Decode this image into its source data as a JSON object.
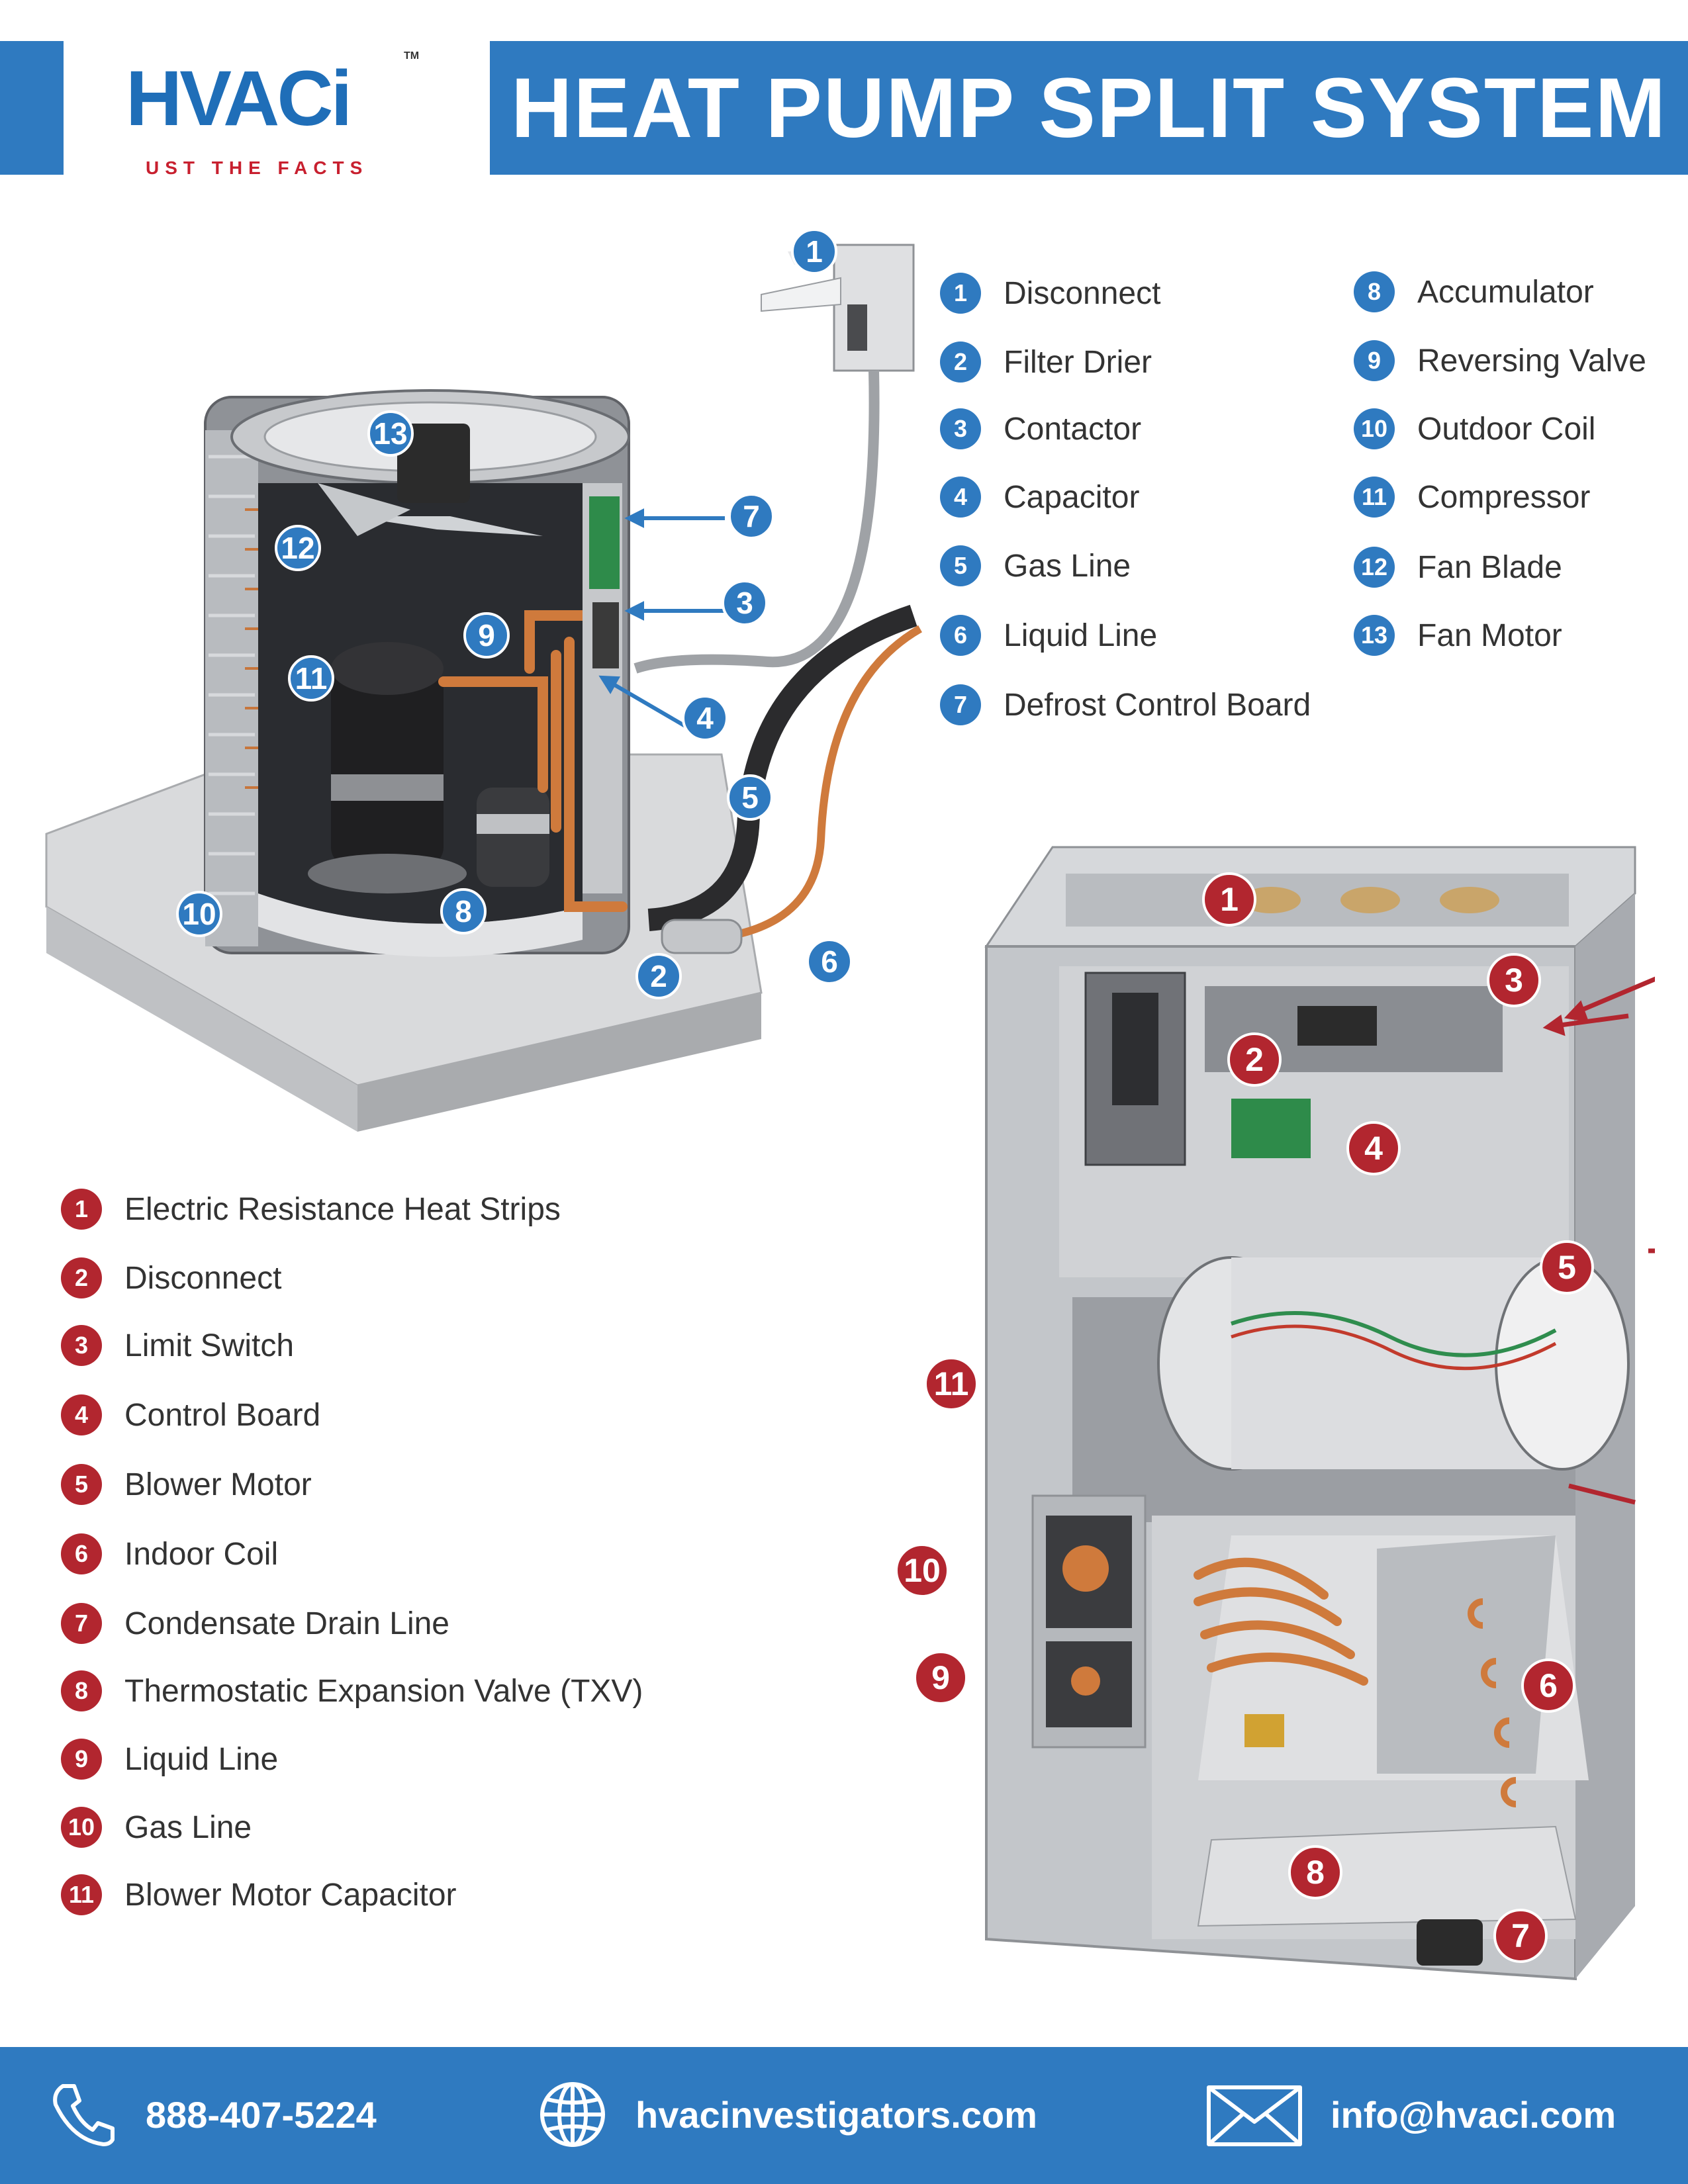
{
  "header": {
    "title": "HEAT PUMP SPLIT SYSTEM",
    "logo_text": "HVACi",
    "logo_tagline": "UST THE FACTS",
    "logo_tm": "TM"
  },
  "outdoor_unit": {
    "color": "#2f7ac0",
    "components": [
      {
        "num": "1",
        "label": "Disconnect"
      },
      {
        "num": "2",
        "label": "Filter Drier"
      },
      {
        "num": "3",
        "label": "Contactor"
      },
      {
        "num": "4",
        "label": "Capacitor"
      },
      {
        "num": "5",
        "label": "Gas Line"
      },
      {
        "num": "6",
        "label": "Liquid Line"
      },
      {
        "num": "7",
        "label": "Defrost Control Board"
      },
      {
        "num": "8",
        "label": "Accumulator"
      },
      {
        "num": "9",
        "label": "Reversing Valve"
      },
      {
        "num": "10",
        "label": "Outdoor Coil"
      },
      {
        "num": "11",
        "label": "Compressor"
      },
      {
        "num": "12",
        "label": "Fan Blade"
      },
      {
        "num": "13",
        "label": "Fan Motor"
      }
    ]
  },
  "indoor_unit": {
    "color": "#b2262f",
    "components": [
      {
        "num": "1",
        "label": "Electric Resistance Heat Strips"
      },
      {
        "num": "2",
        "label": "Disconnect"
      },
      {
        "num": "3",
        "label": "Limit Switch"
      },
      {
        "num": "4",
        "label": "Control Board"
      },
      {
        "num": "5",
        "label": "Blower Motor"
      },
      {
        "num": "6",
        "label": "Indoor Coil"
      },
      {
        "num": "7",
        "label": "Condensate Drain Line"
      },
      {
        "num": "8",
        "label": "Thermostatic Expansion Valve (TXV)"
      },
      {
        "num": "9",
        "label": "Liquid Line"
      },
      {
        "num": "10",
        "label": "Gas Line"
      },
      {
        "num": "11",
        "label": "Blower Motor Capacitor"
      }
    ]
  },
  "footer": {
    "phone": "888-407-5224",
    "phone_icon": "phone-icon",
    "website": "hvacinvestigators.com",
    "website_icon": "globe-icon",
    "email": "info@hvaci.com",
    "email_icon": "envelope-icon"
  }
}
